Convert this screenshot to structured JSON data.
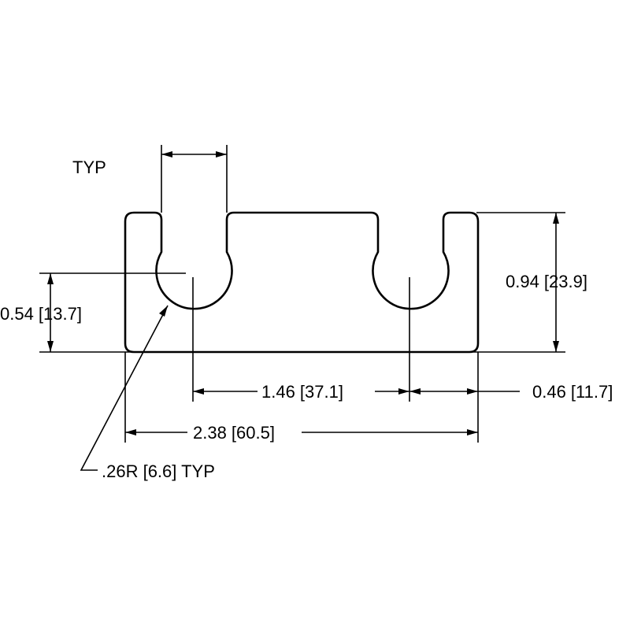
{
  "labels": {
    "slot_width_typ": "TYP",
    "slot_center_height": "0.54 [13.7]",
    "overall_height": "0.94 [23.9]",
    "slot_spacing": "1.46 [37.1]",
    "edge_to_slot": "0.46 [11.7]",
    "overall_width": "2.38 [60.5]",
    "radius_callout": ".26R [6.6] TYP"
  }
}
